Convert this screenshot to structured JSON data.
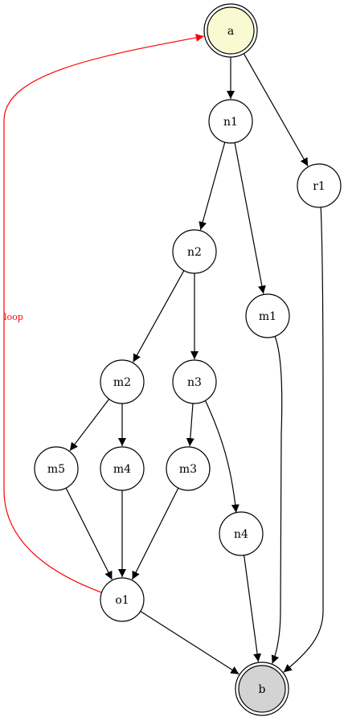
{
  "graph": {
    "nodes": [
      {
        "id": "a",
        "label": "a",
        "shape": "doublecircle",
        "fill": "#fafad2"
      },
      {
        "id": "n1",
        "label": "n1",
        "shape": "circle",
        "fill": "#ffffff"
      },
      {
        "id": "r1",
        "label": "r1",
        "shape": "circle",
        "fill": "#ffffff"
      },
      {
        "id": "n2",
        "label": "n2",
        "shape": "circle",
        "fill": "#ffffff"
      },
      {
        "id": "m1",
        "label": "m1",
        "shape": "circle",
        "fill": "#ffffff"
      },
      {
        "id": "m2",
        "label": "m2",
        "shape": "circle",
        "fill": "#ffffff"
      },
      {
        "id": "n3",
        "label": "n3",
        "shape": "circle",
        "fill": "#ffffff"
      },
      {
        "id": "m5",
        "label": "m5",
        "shape": "circle",
        "fill": "#ffffff"
      },
      {
        "id": "m4",
        "label": "m4",
        "shape": "circle",
        "fill": "#ffffff"
      },
      {
        "id": "m3",
        "label": "m3",
        "shape": "circle",
        "fill": "#ffffff"
      },
      {
        "id": "n4",
        "label": "n4",
        "shape": "circle",
        "fill": "#ffffff"
      },
      {
        "id": "o1",
        "label": "o1",
        "shape": "circle",
        "fill": "#ffffff"
      },
      {
        "id": "b",
        "label": "b",
        "shape": "doublecircle",
        "fill": "#d3d3d3"
      }
    ],
    "edges": [
      {
        "from": "a",
        "to": "n1",
        "color": "#000000"
      },
      {
        "from": "a",
        "to": "r1",
        "color": "#000000"
      },
      {
        "from": "n1",
        "to": "n2",
        "color": "#000000"
      },
      {
        "from": "n1",
        "to": "m1",
        "color": "#000000"
      },
      {
        "from": "n2",
        "to": "m2",
        "color": "#000000"
      },
      {
        "from": "n2",
        "to": "n3",
        "color": "#000000"
      },
      {
        "from": "m2",
        "to": "m5",
        "color": "#000000"
      },
      {
        "from": "m2",
        "to": "m4",
        "color": "#000000"
      },
      {
        "from": "n3",
        "to": "m3",
        "color": "#000000"
      },
      {
        "from": "n3",
        "to": "n4",
        "color": "#000000"
      },
      {
        "from": "m5",
        "to": "o1",
        "color": "#000000"
      },
      {
        "from": "m4",
        "to": "o1",
        "color": "#000000"
      },
      {
        "from": "m3",
        "to": "o1",
        "color": "#000000"
      },
      {
        "from": "o1",
        "to": "b",
        "color": "#000000"
      },
      {
        "from": "n4",
        "to": "b",
        "color": "#000000"
      },
      {
        "from": "m1",
        "to": "b",
        "color": "#000000"
      },
      {
        "from": "r1",
        "to": "b",
        "color": "#000000"
      },
      {
        "from": "o1",
        "to": "a",
        "color": "#ff0000",
        "label": "loop"
      }
    ]
  }
}
